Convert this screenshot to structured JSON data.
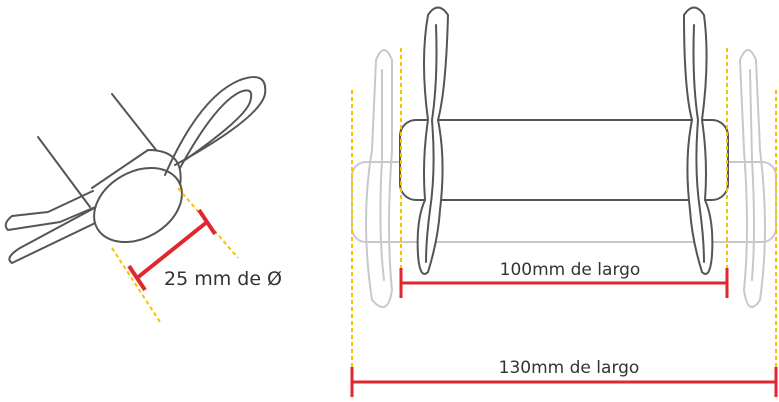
{
  "labels": {
    "diameter": "25 mm de Ø",
    "inner_length": "100mm de largo",
    "outer_length": "130mm de largo"
  },
  "colors": {
    "outline": "#555555",
    "ghost": "#c8c8c8",
    "dimension": "#e0262f",
    "guide": "#f5c400"
  }
}
